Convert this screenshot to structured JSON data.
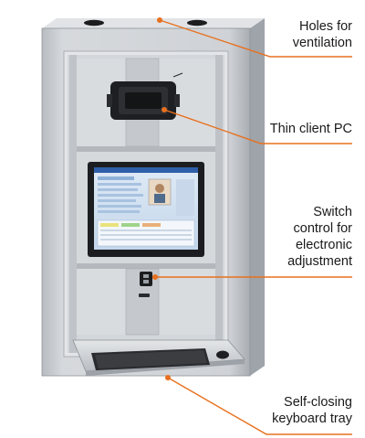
{
  "colors": {
    "leader_line": "#e8701e",
    "cabinet_body": "#c9ccd0",
    "cabinet_shadow": "#9ea3a8",
    "panel_inner": "#dcdfe2",
    "monitor_bezel": "#1b1d20",
    "screen_bg": "#d8e6f4",
    "keyboard": "#2a2b2e"
  },
  "callouts": [
    {
      "id": "ventilation",
      "label": "Holes for\nventilation"
    },
    {
      "id": "thin-client",
      "label": "Thin client PC"
    },
    {
      "id": "switch",
      "label": "Switch\ncontrol for\nelectronic\nadjustment"
    },
    {
      "id": "keyboard-tray",
      "label": "Self-closing\nkeyboard tray"
    }
  ]
}
